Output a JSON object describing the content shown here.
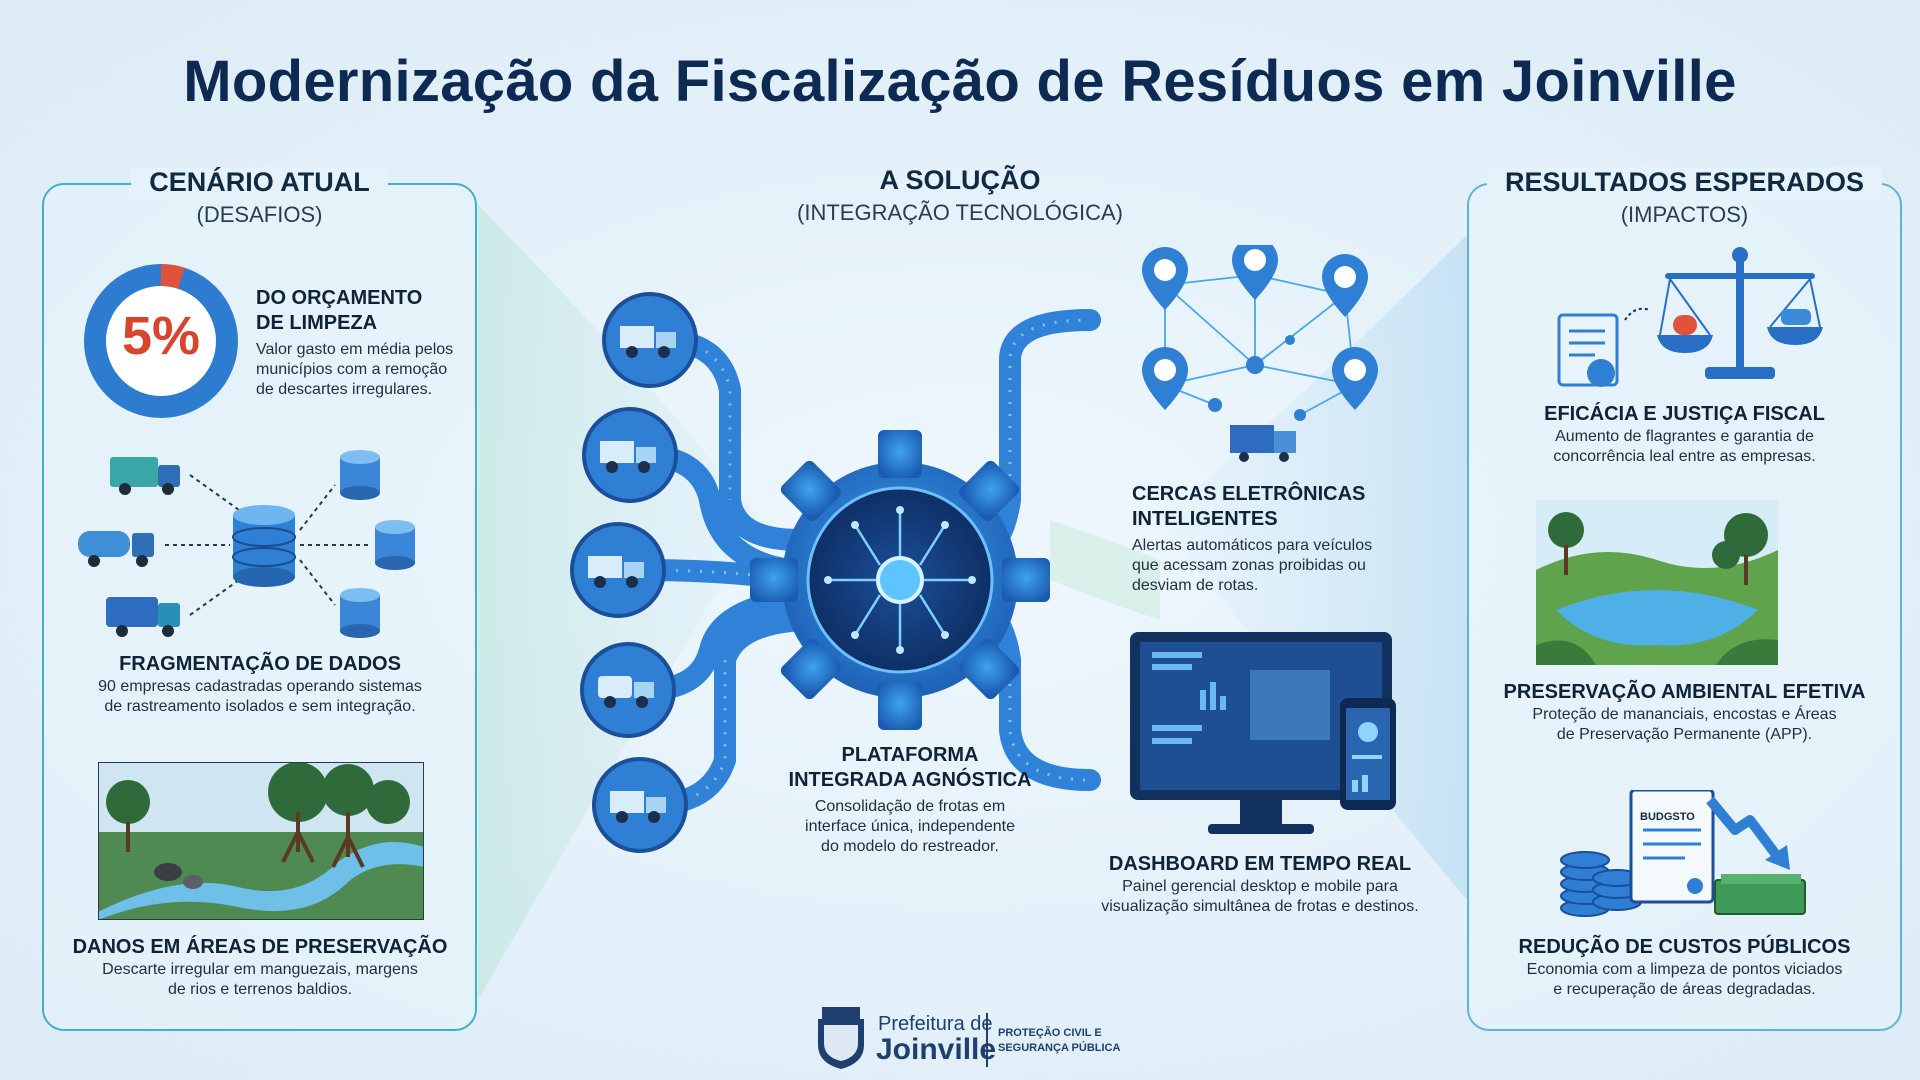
{
  "title": "Modernização da Fiscalização de Resíduos em Joinville",
  "left_panel": {
    "heading": "CENÁRIO ATUAL",
    "subheading": "(DESAFIOS)",
    "budget": {
      "percent": "5%",
      "fraction": 0.05,
      "title_line1": "DO ORÇAMENTO",
      "title_line2": "DE LIMPEZA",
      "text_line1": "Valor gasto em média pelos",
      "text_line2": "municípios com a remoção",
      "text_line3": "de descartes irregulares."
    },
    "fragmentation": {
      "title": "FRAGMENTAÇÃO DE DADOS",
      "text_line1": "90 empresas cadastradas operando sistemas",
      "text_line2": "de rastreamento isolados e sem integração."
    },
    "damage": {
      "title": "DANOS EM ÁREAS DE PRESERVAÇÃO",
      "text_line1": "Descarte irregular em manguezais, margens",
      "text_line2": "de rios e terrenos baldios."
    }
  },
  "center": {
    "heading": "A SOLUÇÃO",
    "subheading": "(INTEGRAÇÃO TECNOLÓGICA)",
    "platform": {
      "title_line1": "PLATAFORMA",
      "title_line2": "INTEGRADA AGNÓSTICA",
      "text_line1": "Consolidação de frotas em",
      "text_line2": "interface única, independente",
      "text_line3": "do modelo do restreador."
    },
    "fences": {
      "title_line1": "CERCAS ELETRÔNICAS",
      "title_line2": "INTELIGENTES",
      "text_line1": "Alertas automáticos para veículos",
      "text_line2": "que acessam zonas proibidas ou",
      "text_line3": "desviam de rotas."
    },
    "dashboard": {
      "title": "DASHBOARD EM TEMPO REAL",
      "text_line1": "Painel gerencial desktop e mobile para",
      "text_line2": "visualização simultânea de frotas e destinos."
    }
  },
  "right_panel": {
    "heading": "RESULTADOS ESPERADOS",
    "subheading": "(IMPACTOS)",
    "fiscal": {
      "title": "EFICÁCIA E JUSTIÇA FISCAL",
      "text_line1": "Aumento de flagrantes e garantia de",
      "text_line2": "concorrência leal entre as empresas."
    },
    "environment": {
      "title": "PRESERVAÇÃO AMBIENTAL EFETIVA",
      "text_line1": "Proteção de mananciais, encostas e Áreas",
      "text_line2": "de Preservação Permanente (APP)."
    },
    "costs": {
      "title": "REDUÇÃO DE CUSTOS PÚBLICOS",
      "text_line1": "Economia com a limpeza de pontos viciados",
      "text_line2": "e recuperação de áreas degradadas.",
      "doc_label": "BUDGSTO"
    }
  },
  "footer": {
    "org_line1": "Prefeitura de",
    "org_line2": "Joinville",
    "dept_line1": "PROTEÇÃO CIVIL E",
    "dept_line2": "SEGURANÇA PÚBLICA"
  },
  "colors": {
    "navy": "#0d2a52",
    "accent_blue": "#2f7fd4",
    "teal_border": "#3fb0c8",
    "alert_red": "#e0533a"
  }
}
